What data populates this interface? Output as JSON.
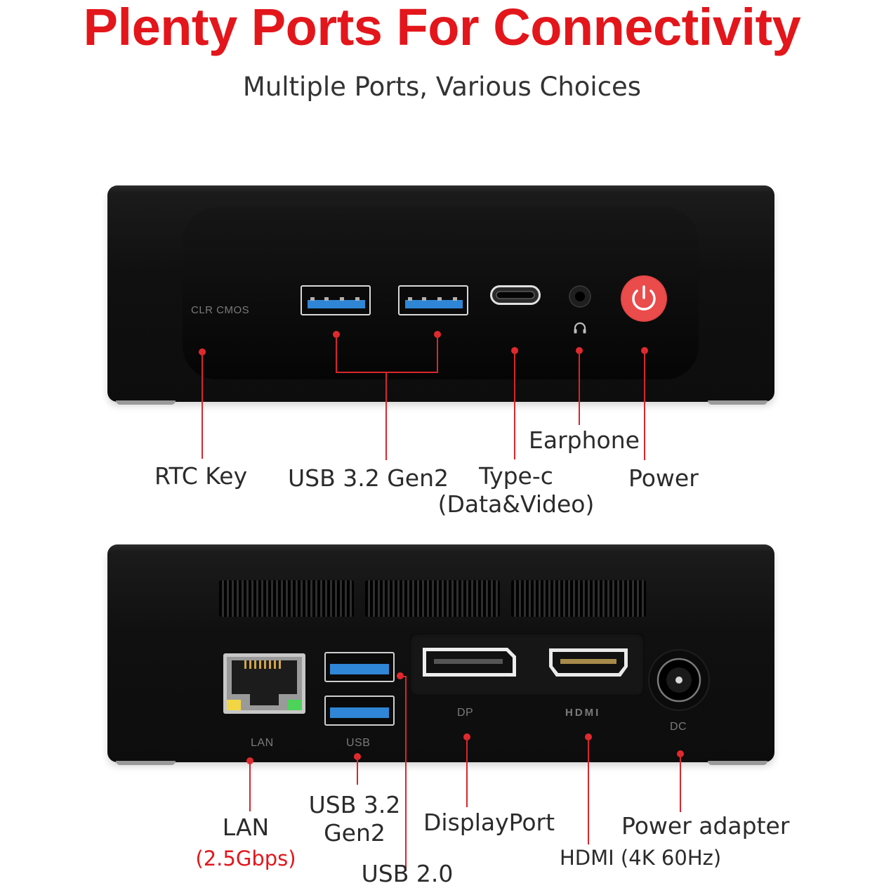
{
  "header": {
    "title": "Plenty Ports For Connectivity",
    "subtitle": "Multiple Ports, Various Choices"
  },
  "front_panel": {
    "device_text": {
      "clr_cmos": "CLR  CMOS"
    },
    "labels": {
      "rtc_key": "RTC Key",
      "usb_32_gen2": "USB 3.2 Gen2",
      "type_c_line1": "Type-c",
      "type_c_line2": "(Data&Video)",
      "earphone": "Earphone",
      "power": "Power"
    }
  },
  "rear_panel": {
    "device_text": {
      "lan": "LAN",
      "usb": "USB",
      "dp": "DP",
      "hdmi": "HDMI",
      "dc": "DC"
    },
    "labels": {
      "lan": "LAN",
      "lan_speed": "(2.5Gbps)",
      "usb_32_line1": "USB 3.2",
      "usb_32_line2": "Gen2",
      "usb_20": "USB 2.0",
      "displayport": "DisplayPort",
      "hdmi": "HDMI (4K 60Hz)",
      "power_adapter": "Power adapter"
    }
  },
  "colors": {
    "accent_red": "#e3161b",
    "device_black": "#111111",
    "usb3_blue": "#2f86d6",
    "power_button_red": "#e64545"
  },
  "icons": [
    "power-icon",
    "headphone-icon",
    "usb-port-icon",
    "usb-c-port-icon",
    "audio-jack-icon",
    "ethernet-port-icon",
    "displayport-port-icon",
    "hdmi-port-icon",
    "dc-jack-icon"
  ]
}
